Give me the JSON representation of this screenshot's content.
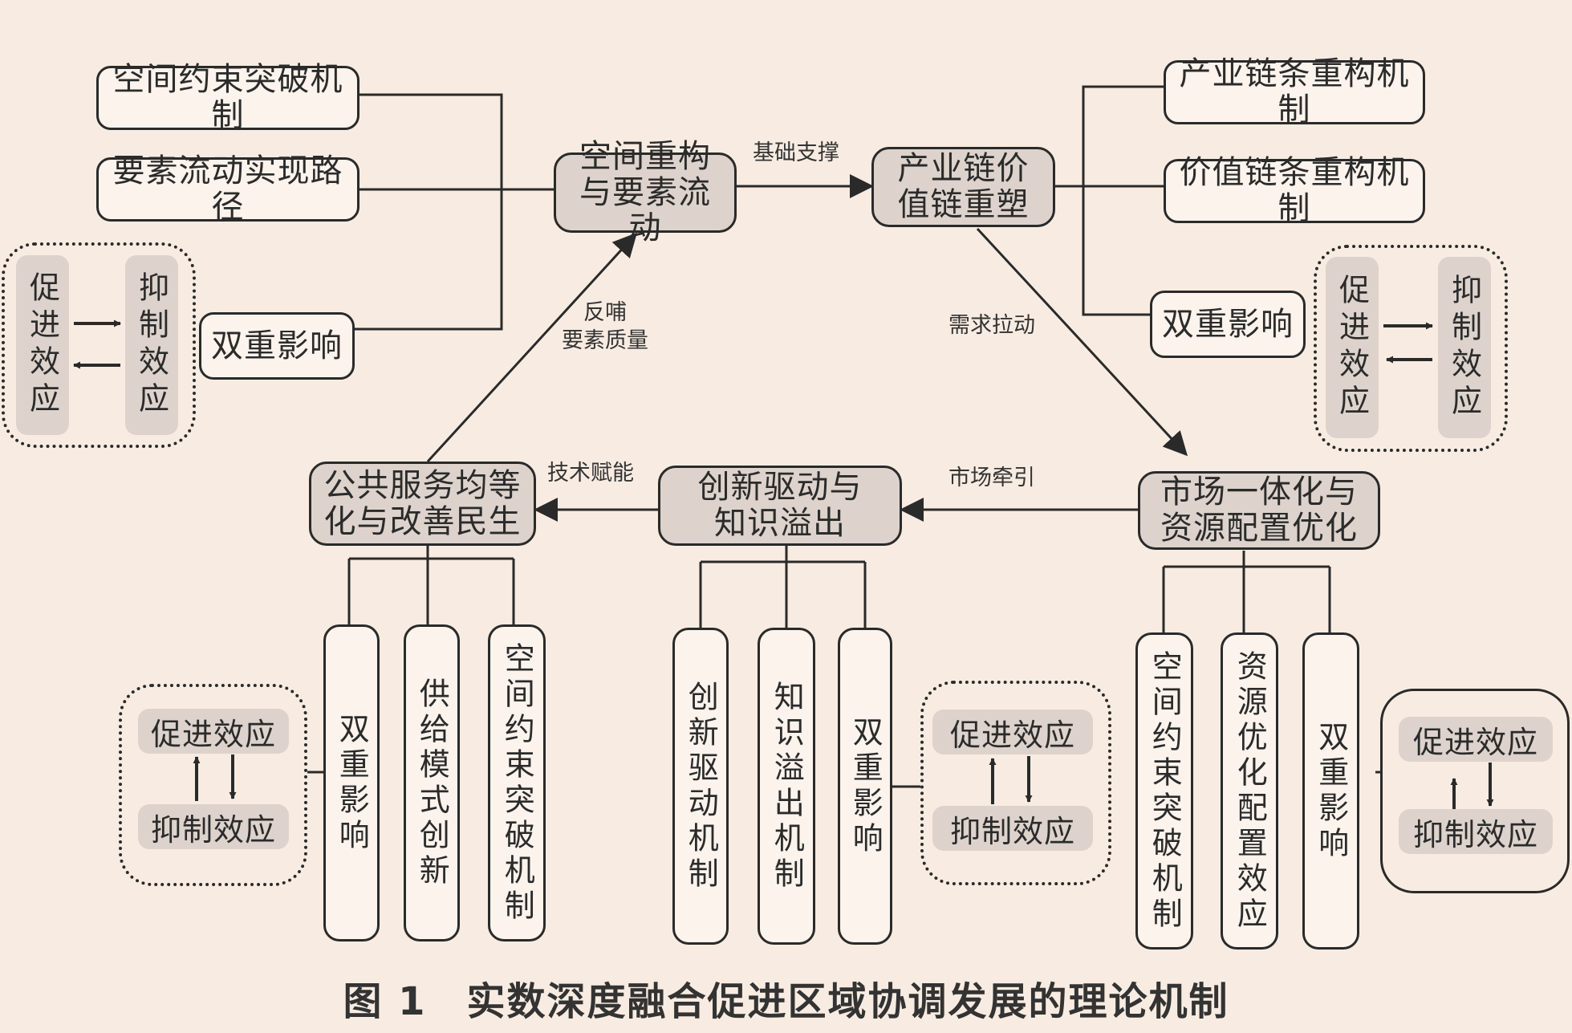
{
  "core": {
    "spatial": "空间重构与要素流动",
    "industry": "产业链价值链重塑",
    "market": "市场一体化与资源配置优化",
    "innovation": "创新驱动与知识溢出",
    "public": "公共服务均等化与改善民生"
  },
  "top_left": {
    "spatial_breakthrough": "空间约束突破机制",
    "factor_path": "要素流动实现路径",
    "dual": "双重影响",
    "promote": "促进效应",
    "inhibit": "抑制效应"
  },
  "top_right": {
    "chain_restructure": "产业链条重构机制",
    "value_restructure": "价值链条重构机制",
    "dual": "双重影响",
    "promote": "促进效应",
    "inhibit": "抑制效应"
  },
  "bottom_left": {
    "dual": "双重影响",
    "supply_innovation": "供给模式创新",
    "spatial_breakthrough": "空间约束突破机制",
    "promote": "促进效应",
    "inhibit": "抑制效应"
  },
  "bottom_middle": {
    "innovation_driven": "创新驱动机制",
    "knowledge_spillover": "知识溢出机制",
    "dual": "双重影响",
    "promote": "促进效应",
    "inhibit": "抑制效应"
  },
  "bottom_right": {
    "spatial_breakthrough": "空间约束突破机制",
    "resource_optimization": "资源优化配置效应",
    "dual": "双重影响",
    "promote": "促进效应",
    "inhibit": "抑制效应"
  },
  "edges": {
    "foundation": "基础支撑",
    "demand": "需求拉动",
    "market_pull": "市场牵引",
    "tech": "技术赋能",
    "feedback_1": "反哺",
    "feedback_2": "要素质量"
  },
  "caption": "图 1　实数深度融合促进区域协调发展的理论机制",
  "colors": {
    "core_fill": "#ddd3cc",
    "box_fill": "#fbf3ec",
    "background": "#f8ece2",
    "line": "#2a2a2a"
  }
}
